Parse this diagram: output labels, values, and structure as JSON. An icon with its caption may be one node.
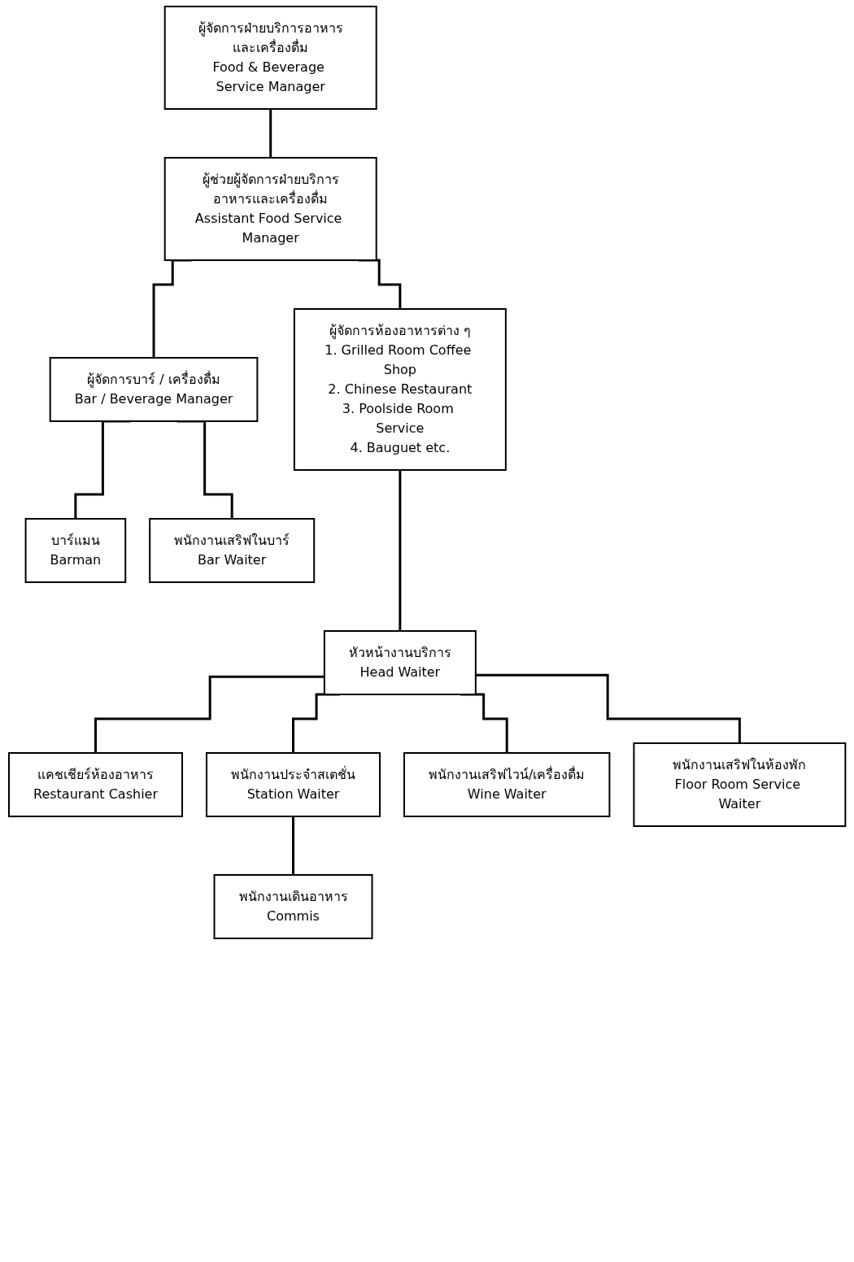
{
  "diagram": {
    "nodes": [
      {
        "text": [
          "ผู้จัดการฝ่ายบริการอาหารและเครื่องดื่ม",
          "Food & Beverage Service Manager"
        ]
      },
      {
        "text": [
          "ผู้ช่วยผู้จัดการฝ่ายบริการอาหารและเครื่องดื่ม",
          "Assistant Food Service Manager"
        ]
      },
      {
        "text": [
          "ผู้จัดการห้องอาหารต่าง ๆ",
          "1. Grilled Room Coffee Shop",
          "2. Chinese Restaurant",
          "3. Poolside Room Service",
          "4. Bauguet etc."
        ]
      },
      {
        "text": [
          "ผู้จัดการบาร์ / เครื่องดื่ม",
          "Bar / Beverage Manager"
        ]
      },
      {
        "text": [
          "บาร์แมน",
          "Barman"
        ]
      },
      {
        "text": [
          "พนักงานเสริฟในบาร์",
          "Bar Waiter"
        ]
      },
      {
        "text": [
          "หัวหน้างานบริการ",
          "Head Waiter"
        ]
      },
      {
        "text": [
          "แคชเชียร์ห้องอาหาร",
          "Restaurant Cashier"
        ]
      },
      {
        "text": [
          "พนักงานประจำสเตชั่น",
          "Station Waiter"
        ]
      },
      {
        "text": [
          "พนักงานเสริฟไวน์/เครื่องดื่ม",
          "Wine Waiter"
        ]
      },
      {
        "text": [
          "พนักงานเสริฟในห้องพัก",
          "Floor Room Service Waiter"
        ]
      },
      {
        "text": [
          "พนักงานเดินอาหาร",
          "Commis"
        ]
      }
    ],
    "edges": [
      {
        "from": 0,
        "to": 1,
        "arrow": "none"
      },
      {
        "from": 1,
        "to": 2,
        "arrow": "none"
      },
      {
        "from": 1,
        "to": 3,
        "arrow": "none"
      },
      {
        "from": 3,
        "to": 4,
        "arrow": "none"
      },
      {
        "from": 3,
        "to": 5,
        "arrow": "none"
      },
      {
        "from": 2,
        "to": 6,
        "arrow": "none"
      },
      {
        "from": 6,
        "to": 7,
        "arrow": "none"
      },
      {
        "from": 6,
        "to": 8,
        "arrow": "none"
      },
      {
        "from": 6,
        "to": 9,
        "arrow": "none"
      },
      {
        "from": 6,
        "to": 10,
        "arrow": "none"
      },
      {
        "from": 8,
        "to": 11,
        "arrow": "none"
      }
    ]
  }
}
